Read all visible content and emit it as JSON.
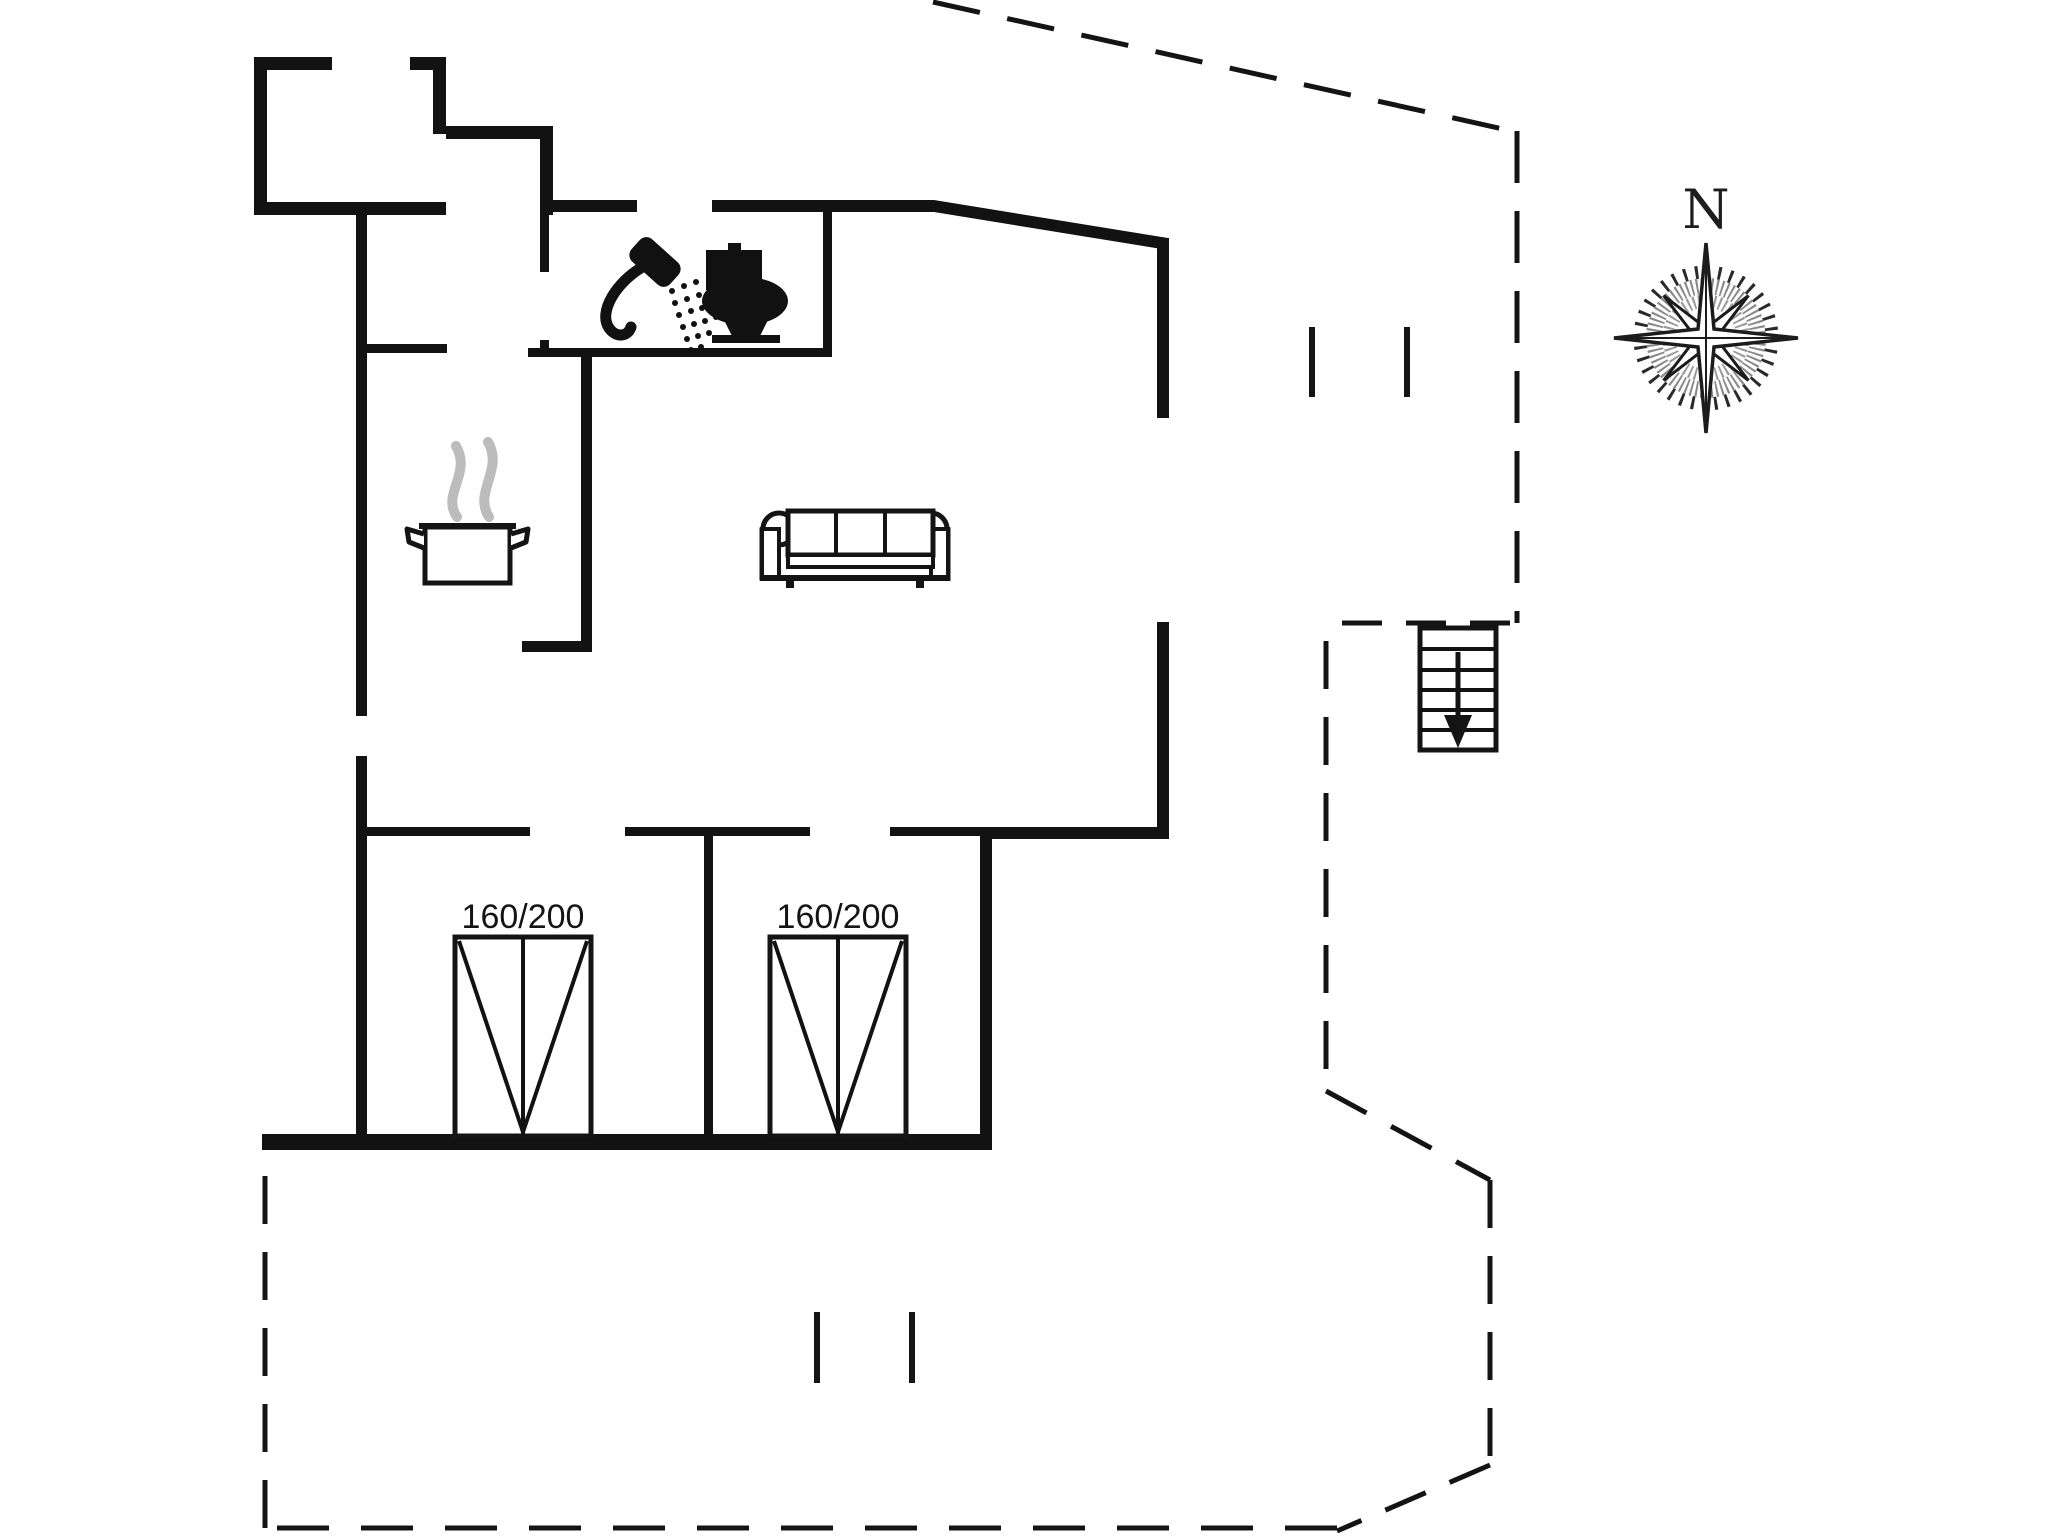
{
  "plan": {
    "type": "holiday-house floor plan, ground level",
    "compass": {
      "label": "N"
    },
    "beds": [
      {
        "label": "160/200"
      },
      {
        "label": "160/200"
      }
    ],
    "colors": {
      "wall": "#121212",
      "background": "#ffffff",
      "steam": "#bcbcbc"
    },
    "icons": [
      "shower-icon",
      "toilet-icon",
      "cooking-pot-icon",
      "sofa-icon",
      "stairs-down-icon",
      "compass-rose-icon"
    ]
  }
}
